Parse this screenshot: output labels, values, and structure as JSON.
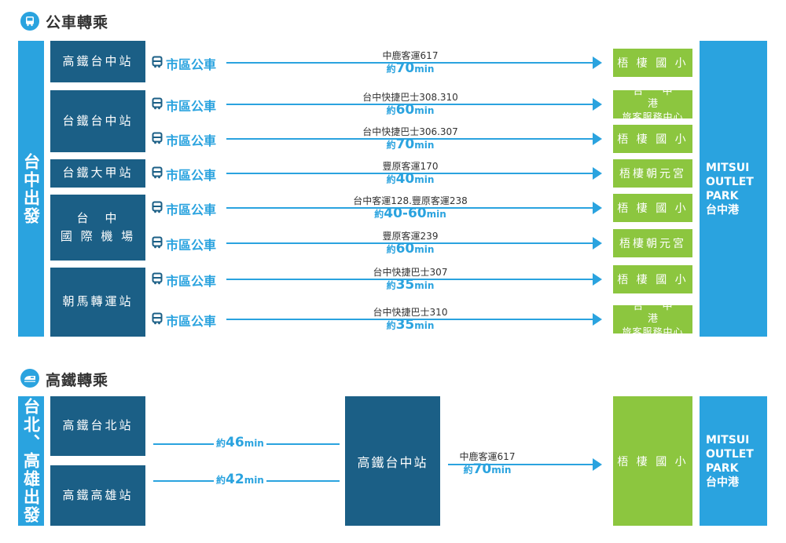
{
  "bus_section": {
    "title": "公車轉乘",
    "origin": "台中出發",
    "stations": [
      {
        "name_lines": [
          "高鐵台中站"
        ]
      },
      {
        "name_lines": [
          "台鐵台中站"
        ]
      },
      {
        "name_lines": [
          "台鐵大甲站"
        ]
      },
      {
        "name_lines": [
          "台　中",
          "國 際 機 場"
        ]
      },
      {
        "name_lines": [
          "朝馬轉運站"
        ]
      }
    ],
    "routes": [
      {
        "mode": "市區公車",
        "name": "中鹿客運617",
        "time_prefix": "約",
        "time": "70",
        "time_suffix": "min",
        "dest_lines": [
          "梧 棲 國 小"
        ]
      },
      {
        "mode": "市區公車",
        "name": "台中快捷巴士308.310",
        "time_prefix": "約",
        "time": "60",
        "time_suffix": "min",
        "dest_lines": [
          "台 中 港",
          "旅客服務中心"
        ]
      },
      {
        "mode": "市區公車",
        "name": "台中快捷巴士306.307",
        "time_prefix": "約",
        "time": "70",
        "time_suffix": "min",
        "dest_lines": [
          "梧 棲 國 小"
        ]
      },
      {
        "mode": "市區公車",
        "name": "豐原客運170",
        "time_prefix": "約",
        "time": "40",
        "time_suffix": "min",
        "dest_lines": [
          "梧棲朝元宮"
        ]
      },
      {
        "mode": "市區公車",
        "name": "台中客運128.豐原客運238",
        "time_prefix": "約",
        "time": "40-60",
        "time_suffix": "min",
        "dest_lines": [
          "梧 棲 國 小"
        ]
      },
      {
        "mode": "市區公車",
        "name": "豐原客運239",
        "time_prefix": "約",
        "time": "60",
        "time_suffix": "min",
        "dest_lines": [
          "梧棲朝元宮"
        ]
      },
      {
        "mode": "市區公車",
        "name": "台中快捷巴士307",
        "time_prefix": "約",
        "time": "35",
        "time_suffix": "min",
        "dest_lines": [
          "梧 棲 國 小"
        ]
      },
      {
        "mode": "市區公車",
        "name": "台中快捷巴士310",
        "time_prefix": "約",
        "time": "35",
        "time_suffix": "min",
        "dest_lines": [
          "台 中 港",
          "旅客服務中心"
        ]
      }
    ],
    "final_lines": [
      "MITSUI",
      "OUTLET",
      "PARK",
      "台中港"
    ]
  },
  "hsr_section": {
    "title": "高鐵轉乘",
    "origin": "台北、高雄出發",
    "stations": [
      {
        "name": "高鐵台北站",
        "time_prefix": "約",
        "time": "46",
        "time_suffix": "min"
      },
      {
        "name": "高鐵高雄站",
        "time_prefix": "約",
        "time": "42",
        "time_suffix": "min"
      }
    ],
    "hub": "高鐵台中站",
    "route": {
      "name": "中鹿客運617",
      "time_prefix": "約",
      "time": "70",
      "time_suffix": "min"
    },
    "dest": "梧 棲 國 小",
    "final_lines": [
      "MITSUI",
      "OUTLET",
      "PARK",
      "台中港"
    ]
  },
  "colors": {
    "blue": "#2aa3df",
    "navy": "#1b5f86",
    "green": "#8cc63f"
  },
  "icons": {
    "bus_section": "bus-icon",
    "hsr_section": "train-icon",
    "route": "bus-icon"
  }
}
